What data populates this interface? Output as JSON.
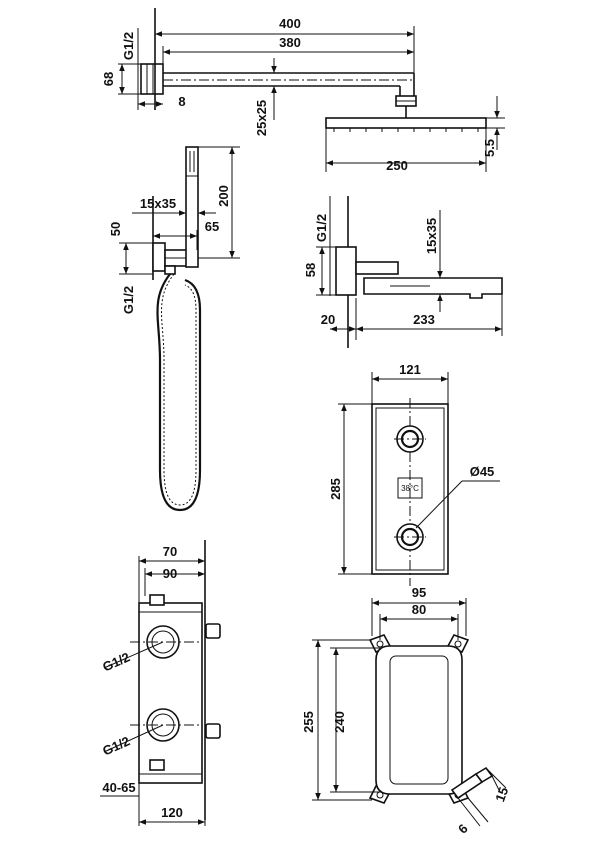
{
  "shower_arm": {
    "dim_total": "400",
    "dim_arm": "380",
    "dim_wall_height": "68",
    "dim_thread": "G1/2",
    "dim_flange": "8",
    "dim_section": "25x25"
  },
  "rain_head": {
    "dim_width": "250",
    "dim_thickness": "5.5"
  },
  "hand_shower": {
    "dim_length": "200",
    "dim_section": "15x35",
    "dim_offset": "65",
    "dim_height": "50",
    "dim_thread": "G1/2"
  },
  "spout": {
    "dim_thread": "G1/2",
    "dim_section": "15x35",
    "dim_height": "58",
    "dim_wall": "20",
    "dim_length": "233"
  },
  "control_panel": {
    "dim_width": "121",
    "dim_height": "285",
    "dim_knob": "Ø45",
    "display_text": "38°C"
  },
  "valve_side": {
    "dim_a": "70",
    "dim_b": "90",
    "dim_thread_top": "G1/2",
    "dim_thread_bottom": "G1/2",
    "dim_depth": "40-65",
    "dim_width": "120"
  },
  "valve_front": {
    "dim_outer": "95",
    "dim_inner": "80",
    "dim_outer_height": "255",
    "dim_inner_height": "240",
    "dim_bracket_a": "15",
    "dim_bracket_b": "6"
  }
}
